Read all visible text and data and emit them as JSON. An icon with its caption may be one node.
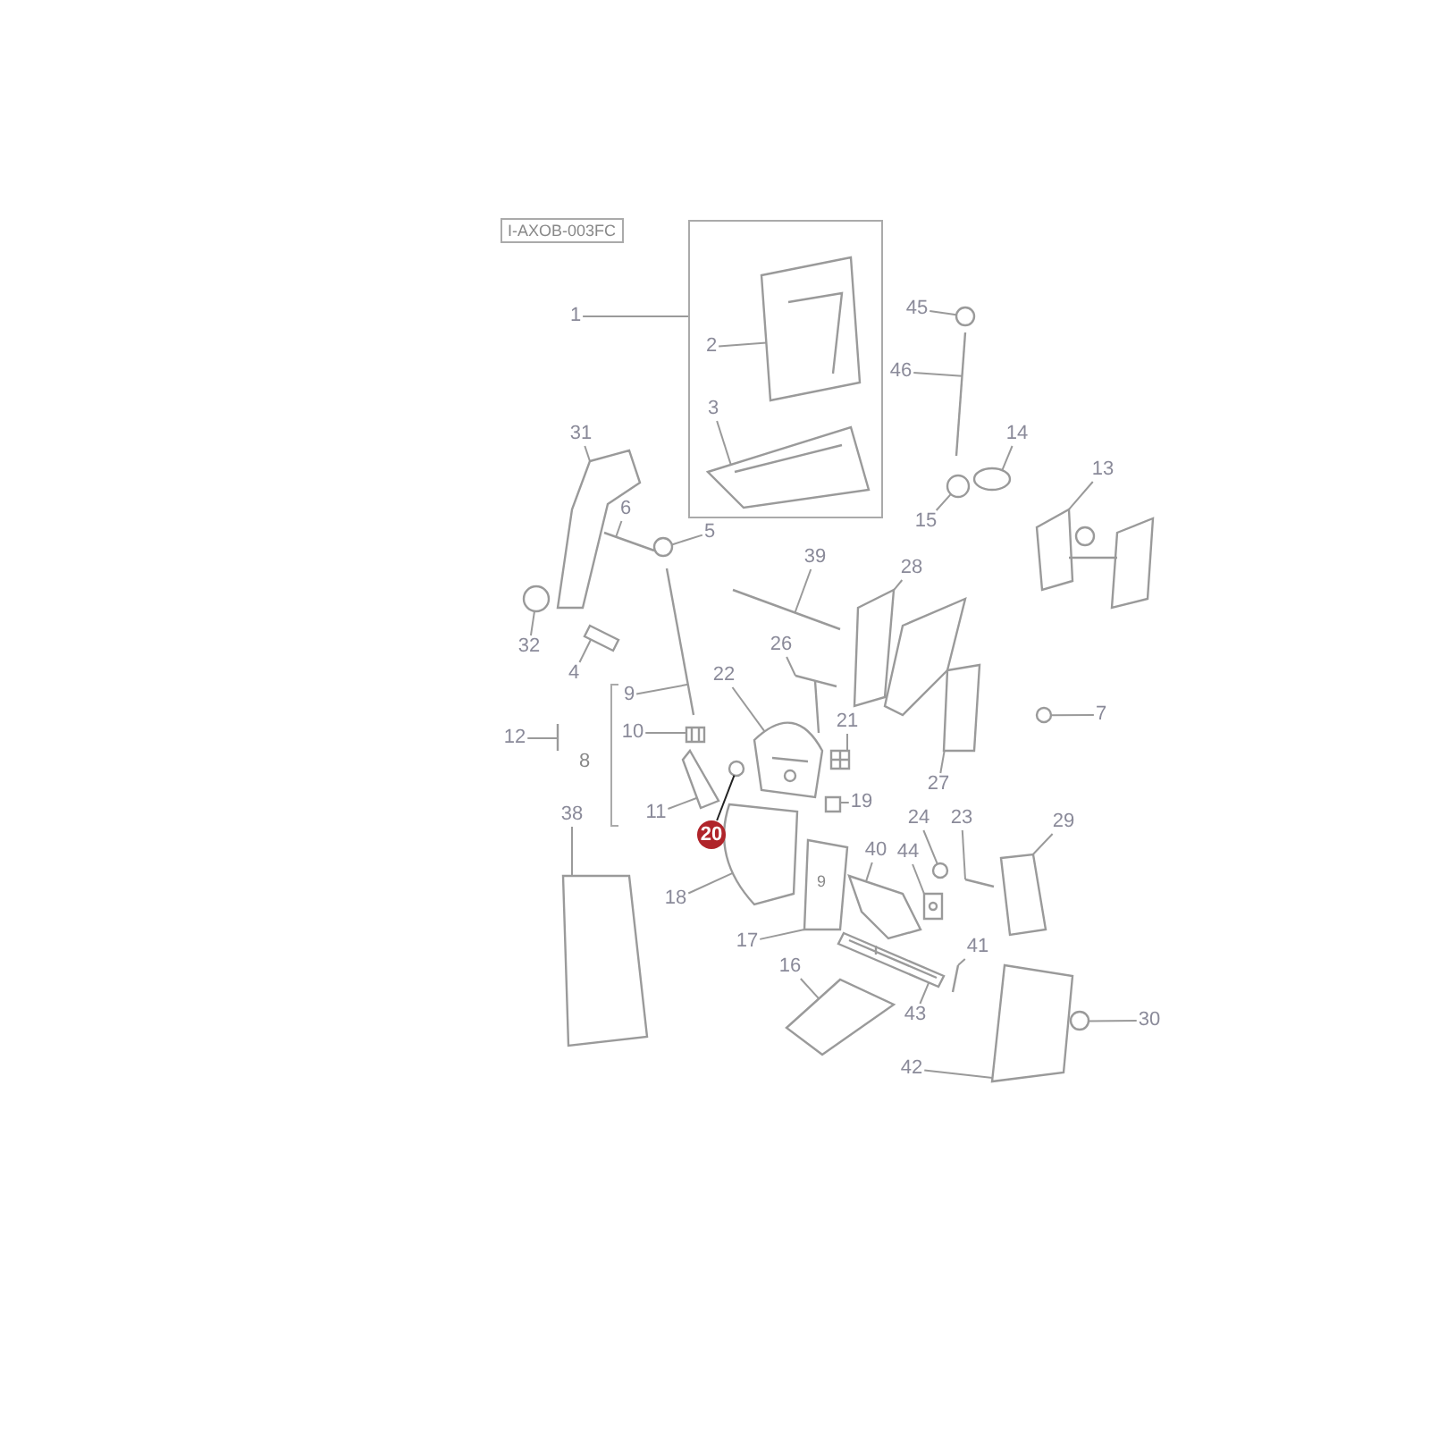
{
  "diagram": {
    "nodes": [
      {
        "text": [
          "1"
        ]
      },
      {
        "text": [],
        "shape": "box"
      },
      {
        "text": [
          "2"
        ],
        "in": 1
      },
      {
        "text": [
          "3"
        ],
        "in": 1
      },
      {
        "text": [
          "45"
        ]
      },
      {
        "text": [
          "46"
        ]
      },
      {
        "text": [
          "14"
        ]
      },
      {
        "text": [
          "31"
        ]
      },
      {
        "text": [
          "13"
        ]
      },
      {
        "text": [
          "15"
        ]
      },
      {
        "text": [
          "6"
        ]
      },
      {
        "text": [
          "5"
        ]
      },
      {
        "text": [
          "39"
        ]
      },
      {
        "text": [
          "28"
        ]
      },
      {
        "text": [
          "32"
        ]
      },
      {
        "text": [
          "26"
        ]
      },
      {
        "text": [
          "4"
        ]
      },
      {
        "text": [
          "22"
        ]
      },
      {
        "text": [
          "9"
        ]
      },
      {
        "text": [
          "10"
        ]
      },
      {
        "text": [
          "12"
        ]
      },
      {
        "text": [
          "7"
        ]
      },
      {
        "text": [
          "21"
        ]
      },
      {
        "text": [
          "19"
        ]
      },
      {
        "text": [
          "11"
        ]
      },
      {
        "text": [
          "27"
        ]
      },
      {
        "text": [
          "20"
        ]
      },
      {
        "text": [
          "38"
        ]
      },
      {
        "text": [
          "24"
        ]
      },
      {
        "text": [
          "23"
        ]
      },
      {
        "text": [
          "29"
        ]
      },
      {
        "text": [
          "40"
        ]
      },
      {
        "text": [
          "44"
        ]
      },
      {
        "text": [
          "18"
        ]
      },
      {
        "text": [
          "17"
        ]
      },
      {
        "text": [
          "41"
        ]
      },
      {
        "text": [
          "16"
        ]
      },
      {
        "text": [
          "43"
        ]
      },
      {
        "text": [
          "30"
        ]
      },
      {
        "text": [
          "42"
        ]
      },
      {
        "text": [],
        "shape": "picture",
        "in": 1
      },
      {
        "text": [],
        "shape": "picture",
        "in": 1
      },
      {
        "text": [],
        "shape": "picture"
      },
      {
        "text": [],
        "shape": "picture"
      },
      {
        "text": [],
        "shape": "picture"
      },
      {
        "text": [],
        "shape": "picture"
      },
      {
        "text": [],
        "shape": "picture"
      },
      {
        "text": [],
        "shape": "picture"
      },
      {
        "text": [],
        "shape": "picture"
      },
      {
        "text": [],
        "shape": "picture"
      },
      {
        "text": [],
        "shape": "picture"
      },
      {
        "text": [],
        "shape": "picture"
      },
      {
        "text": [],
        "shape": "picture"
      },
      {
        "text": [],
        "shape": "picture"
      },
      {
        "text": [],
        "shape": "picture"
      },
      {
        "text": [],
        "shape": "picture"
      },
      {
        "text": [],
        "shape": "picture"
      },
      {
        "text": [],
        "shape": "picture"
      },
      {
        "text": [],
        "shape": "picture"
      },
      {
        "text": [],
        "shape": "picture"
      },
      {
        "text": [],
        "shape": "picture"
      },
      {
        "text": [],
        "shape": "picture"
      },
      {
        "text": [],
        "shape": "picture"
      },
      {
        "text": [],
        "shape": "picture"
      },
      {
        "text": [],
        "shape": "picture"
      },
      {
        "text": [],
        "shape": "picture"
      },
      {
        "text": [],
        "shape": "picture"
      },
      {
        "text": [],
        "shape": "picture"
      },
      {
        "text": [],
        "shape": "picture"
      },
      {
        "text": [],
        "shape": "picture"
      },
      {
        "text": [],
        "shape": "picture"
      },
      {
        "text": [],
        "shape": "picture"
      },
      {
        "text": [],
        "shape": "picture"
      },
      {
        "text": [],
        "shape": "picture"
      },
      {
        "text": [],
        "shape": "picture"
      },
      {
        "text": [],
        "shape": "picture"
      },
      {
        "text": [],
        "shape": "picture"
      },
      {
        "text": [],
        "shape": "picture"
      }
    ],
    "edges": [
      {
        "from": 0,
        "to": 1,
        "arrow": "none"
      },
      {
        "from": 2,
        "to": 40,
        "arrow": "none"
      },
      {
        "from": 3,
        "to": 41,
        "arrow": "none"
      },
      {
        "from": 4,
        "to": 42,
        "arrow": "none"
      },
      {
        "from": 5,
        "to": 43,
        "arrow": "none"
      },
      {
        "from": 6,
        "to": 44,
        "arrow": "none"
      },
      {
        "from": 7,
        "to": 45,
        "arrow": "none"
      },
      {
        "from": 8,
        "to": 46,
        "arrow": "none"
      },
      {
        "from": 9,
        "to": 47,
        "arrow": "none"
      },
      {
        "from": 10,
        "to": 48,
        "arrow": "none"
      },
      {
        "from": 11,
        "to": 49,
        "arrow": "none"
      },
      {
        "from": 12,
        "to": 50,
        "arrow": "none"
      },
      {
        "from": 13,
        "to": 51,
        "arrow": "none"
      },
      {
        "from": 14,
        "to": 52,
        "arrow": "none"
      },
      {
        "from": 15,
        "to": 53,
        "arrow": "none"
      },
      {
        "from": 16,
        "to": 54,
        "arrow": "none"
      },
      {
        "from": 17,
        "to": 55,
        "arrow": "none"
      },
      {
        "from": 18,
        "to": 56,
        "arrow": "none"
      },
      {
        "from": 19,
        "to": 57,
        "arrow": "none"
      },
      {
        "from": 20,
        "to": 58,
        "arrow": "none"
      },
      {
        "from": 21,
        "to": 59,
        "arrow": "none"
      },
      {
        "from": 22,
        "to": 60,
        "arrow": "none"
      },
      {
        "from": 23,
        "to": 61,
        "arrow": "none"
      },
      {
        "from": 24,
        "to": 62,
        "arrow": "none"
      },
      {
        "from": 25,
        "to": 63,
        "arrow": "none"
      },
      {
        "from": 26,
        "to": 64,
        "arrow": "none",
        "color": "#222222"
      },
      {
        "from": 27,
        "to": 65,
        "arrow": "none"
      },
      {
        "from": 28,
        "to": 66,
        "arrow": "none"
      },
      {
        "from": 29,
        "to": 67,
        "arrow": "none"
      },
      {
        "from": 30,
        "to": 68,
        "arrow": "none"
      },
      {
        "from": 31,
        "to": 69,
        "arrow": "none"
      },
      {
        "from": 32,
        "to": 70,
        "arrow": "none"
      },
      {
        "from": 33,
        "to": 71,
        "arrow": "none"
      },
      {
        "from": 34,
        "to": 72,
        "arrow": "none"
      },
      {
        "from": 35,
        "to": 73,
        "arrow": "none"
      },
      {
        "from": 36,
        "to": 74,
        "arrow": "none"
      },
      {
        "from": 37,
        "to": 75,
        "arrow": "none"
      },
      {
        "from": 38,
        "to": 76,
        "arrow": "none"
      },
      {
        "from": 39,
        "to": 77,
        "arrow": "none"
      }
    ],
    "labels": [
      "I-AXOB-003FC",
      "8",
      "9"
    ]
  }
}
